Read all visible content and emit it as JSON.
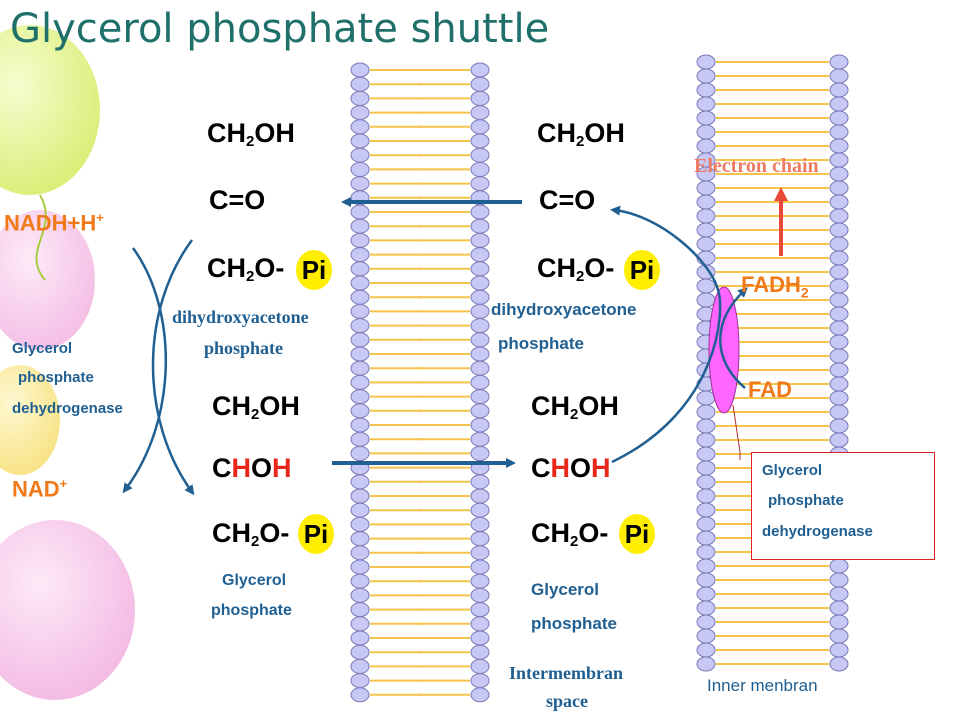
{
  "slide": {
    "title": "Glycerol phosphate shuttle"
  },
  "labels": {
    "nadh": "NADH+H",
    "nadh_sup": "+",
    "nad": "NAD",
    "nad_sup": "+",
    "enzyme_left": [
      "Glycerol",
      "phosphate",
      "dehydrogenase"
    ],
    "dhap_left": [
      "dihydroxyacetone",
      "phosphate"
    ],
    "dhap_right": [
      "dihydroxyacetone",
      "phosphate"
    ],
    "g3p_left": [
      "Glycerol",
      "phosphate"
    ],
    "g3p_right": [
      "Glycerol",
      "phosphate"
    ],
    "electron_chain": "Electron chain",
    "fadh2": "FADH",
    "fadh2_sub": "2",
    "fad": "FAD",
    "enzyme_box": [
      "Glycerol",
      "phosphate",
      "dehydrogenase"
    ],
    "intermembrane": [
      "Intermembran",
      "space"
    ],
    "inner_membrane": "Inner menbran"
  },
  "chem": {
    "ch2oh": "CH",
    "ch2oh_sub": "2",
    "ch2oh_tail": "OH",
    "co": "C=O",
    "ch2o": "CH",
    "ch2o_sub": "2",
    "ch2o_tail": "O-",
    "c": "C",
    "h_red": "H",
    "o": "O",
    "h_red2": "H",
    "pi": "Pi"
  },
  "colors": {
    "title": "#1f6f6a",
    "membrane_head": "#c8c8f5",
    "membrane_tail": "#f6c44a",
    "arrow": "#1f5f92",
    "enzyme": "#ff66ff",
    "pi": "#ffee00",
    "accent_orange": "#f07a1a",
    "accent_red": "#e8271b"
  }
}
